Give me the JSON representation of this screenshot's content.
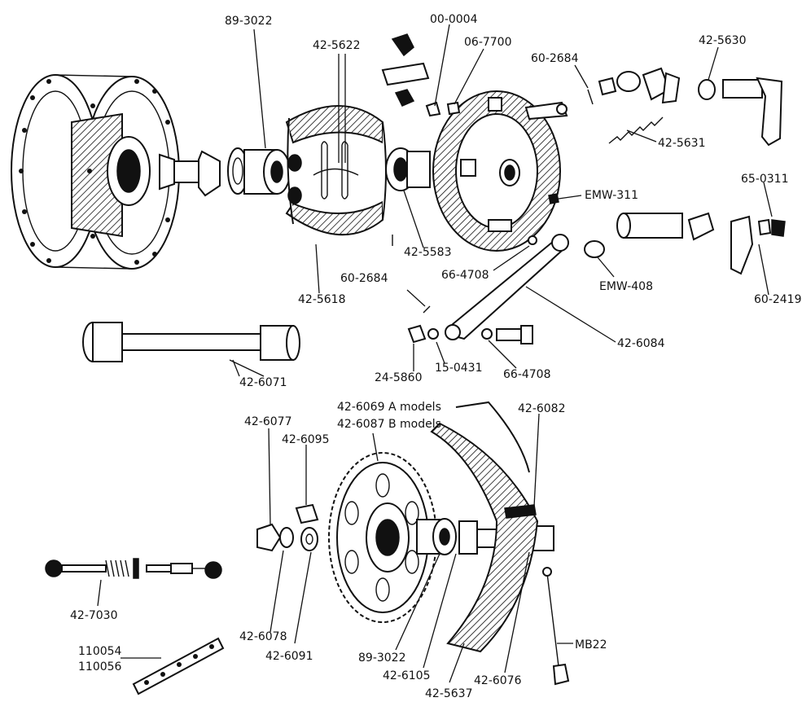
{
  "diagram": {
    "part_numbers": {
      "p89_3022_top": "89-3022",
      "p00_0004": "00-0004",
      "p42_5622": "42-5622",
      "p06_7700": "06-7700",
      "p60_2684_top": "60-2684",
      "p42_5630": "42-5630",
      "p42_5631": "42-5631",
      "pEMW_311": "EMW-311",
      "p65_0311": "65-0311",
      "p42_5583": "42-5583",
      "p60_2684_mid": "60-2684",
      "p66_4708_top": "66-4708",
      "pEMW_408": "EMW-408",
      "p60_2419": "60-2419",
      "p42_5618": "42-5618",
      "p42_6084": "42-6084",
      "p42_6071": "42-6071",
      "p24_5860": "24-5860",
      "p15_0431": "15-0431",
      "p66_4708_bottom": "66-4708",
      "p42_6069": "42-6069 A models",
      "p42_6087": "42-6087 B models",
      "p42_6077": "42-6077",
      "p42_6082": "42-6082",
      "p42_6095": "42-6095",
      "p42_7030": "42-7030",
      "p42_6078": "42-6078",
      "p42_6091": "42-6091",
      "p89_3022_bottom": "89-3022",
      "p42_6105": "42-6105",
      "p42_6076": "42-6076",
      "pMB22": "MB22",
      "p110054": "110054",
      "p110056": "110056",
      "p42_5637": "42-5637"
    }
  }
}
